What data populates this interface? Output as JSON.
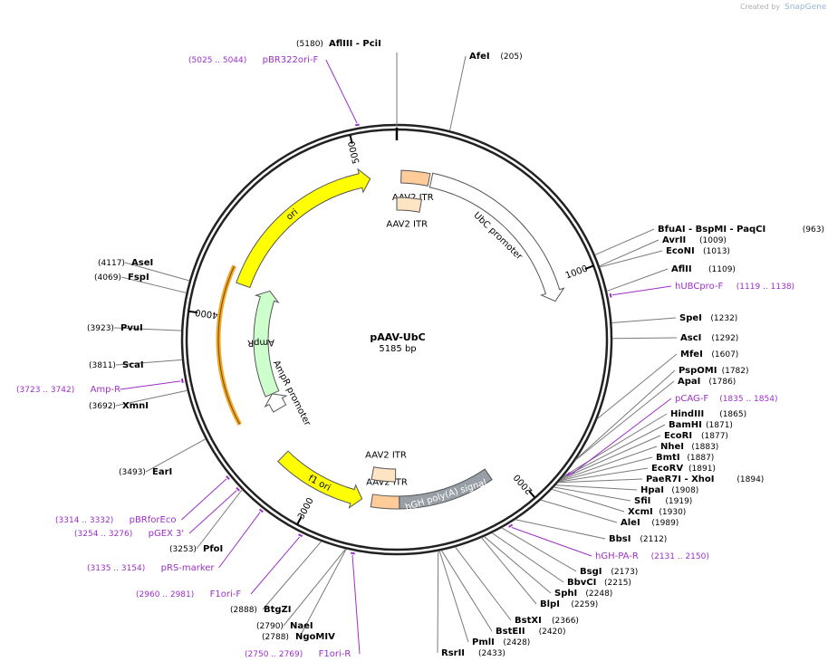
{
  "watermark": {
    "prefix": "Created by",
    "brand": "SnapGene"
  },
  "plasmid": {
    "name": "pAAV-UbC",
    "size_text": "5185 bp",
    "length": 5185
  },
  "ticks": [
    {
      "pos": 1000,
      "label": "1000"
    },
    {
      "pos": 2000,
      "label": "2000"
    },
    {
      "pos": 3000,
      "label": "3000"
    },
    {
      "pos": 4000,
      "label": "4000"
    },
    {
      "pos": 5000,
      "label": "5000"
    }
  ],
  "features": [
    {
      "name": "ori",
      "start": 4170,
      "end": 5050,
      "dir": 1,
      "color": "#ffff00",
      "kind": "arrow",
      "ring": 0
    },
    {
      "name": "AAV2 ITR",
      "start": 22,
      "end": 164,
      "dir": 0,
      "color": "#ffcc99",
      "kind": "box",
      "ring": 0
    },
    {
      "name": "UbC promoter",
      "start": 176,
      "end": 1100,
      "dir": 1,
      "color": "#ffffff",
      "kind": "arrow",
      "ring": 0
    },
    {
      "name": "AAV2 ITR",
      "start": 0,
      "end": 145,
      "dir": 0,
      "color": "#ffe4c4",
      "kind": "box",
      "ring": 1
    },
    {
      "name": "hGH poly(A) signal",
      "start": 2100,
      "end": 2580,
      "dir": 0,
      "color": "#999fa6",
      "kind": "box",
      "ring": 0
    },
    {
      "name": "AAV2 ITR",
      "start": 2580,
      "end": 2720,
      "dir": 0,
      "color": "#ffcc99",
      "kind": "box",
      "ring": 0
    },
    {
      "name": "AAV2 ITR",
      "start": 2600,
      "end": 2740,
      "dir": 0,
      "color": "#ffe4c4",
      "kind": "box",
      "ring": 1
    },
    {
      "name": "f1 ori",
      "start": 2770,
      "end": 3230,
      "dir": -1,
      "color": "#ffff00",
      "kind": "arrow",
      "ring": 0
    },
    {
      "name": "AmpR",
      "start": 3550,
      "end": 4190,
      "dir": 1,
      "color": "#ccffcc",
      "kind": "arrow",
      "ring": 1
    },
    {
      "name": "AmpR promoter",
      "start": 3450,
      "end": 3550,
      "dir": 1,
      "color": "#ffffff",
      "kind": "arrow",
      "ring": 1
    }
  ],
  "orange_arc": {
    "start": 3480,
    "end": 4240
  },
  "sites": [
    {
      "name": "AflIII  - PciI",
      "pos": 5180,
      "pos_text": "(5180)"
    },
    {
      "name": "AfeI",
      "pos": 205,
      "pos_text": "(205)"
    },
    {
      "name": "BfuAI  - BspMI  - PaqCI",
      "pos": 963,
      "pos_text": "(963)"
    },
    {
      "name": "AvrII",
      "pos": 1009,
      "pos_text": "(1009)"
    },
    {
      "name": "EcoNI",
      "pos": 1013,
      "pos_text": "(1013)"
    },
    {
      "name": "AflII",
      "pos": 1109,
      "pos_text": "(1109)"
    },
    {
      "name": "SpeI",
      "pos": 1232,
      "pos_text": "(1232)"
    },
    {
      "name": "AscI",
      "pos": 1292,
      "pos_text": "(1292)"
    },
    {
      "name": "MfeI",
      "pos": 1607,
      "pos_text": "(1607)"
    },
    {
      "name": "PspOMI",
      "pos": 1782,
      "pos_text": "(1782)"
    },
    {
      "name": "ApaI",
      "pos": 1786,
      "pos_text": "(1786)"
    },
    {
      "name": "HindIII",
      "pos": 1865,
      "pos_text": "(1865)"
    },
    {
      "name": "BamHI",
      "pos": 1871,
      "pos_text": "(1871)"
    },
    {
      "name": "EcoRI",
      "pos": 1877,
      "pos_text": "(1877)"
    },
    {
      "name": "NheI",
      "pos": 1883,
      "pos_text": "(1883)"
    },
    {
      "name": "BmtI",
      "pos": 1887,
      "pos_text": "(1887)"
    },
    {
      "name": "EcoRV",
      "pos": 1891,
      "pos_text": "(1891)"
    },
    {
      "name": "PaeR7I  - XhoI",
      "pos": 1894,
      "pos_text": "(1894)"
    },
    {
      "name": "HpaI",
      "pos": 1908,
      "pos_text": "(1908)"
    },
    {
      "name": "SfiI",
      "pos": 1919,
      "pos_text": "(1919)"
    },
    {
      "name": "XcmI",
      "pos": 1930,
      "pos_text": "(1930)"
    },
    {
      "name": "AleI",
      "pos": 1989,
      "pos_text": "(1989)"
    },
    {
      "name": "BbsI",
      "pos": 2112,
      "pos_text": "(2112)"
    },
    {
      "name": "BsgI",
      "pos": 2173,
      "pos_text": "(2173)"
    },
    {
      "name": "BbvCI",
      "pos": 2215,
      "pos_text": "(2215)"
    },
    {
      "name": "SphI",
      "pos": 2248,
      "pos_text": "(2248)"
    },
    {
      "name": "BlpI",
      "pos": 2259,
      "pos_text": "(2259)"
    },
    {
      "name": "BstXI",
      "pos": 2366,
      "pos_text": "(2366)"
    },
    {
      "name": "BstEII",
      "pos": 2420,
      "pos_text": "(2420)"
    },
    {
      "name": "PmlI",
      "pos": 2428,
      "pos_text": "(2428)"
    },
    {
      "name": "RsrII",
      "pos": 2433,
      "pos_text": "(2433)"
    },
    {
      "name": "NgoMIV",
      "pos": 2788,
      "pos_text": "(2788)"
    },
    {
      "name": "NaeI",
      "pos": 2790,
      "pos_text": "(2790)"
    },
    {
      "name": "BtgZI",
      "pos": 2888,
      "pos_text": "(2888)"
    },
    {
      "name": "PfoI",
      "pos": 3253,
      "pos_text": "(3253)"
    },
    {
      "name": "EarI",
      "pos": 3493,
      "pos_text": "(3493)"
    },
    {
      "name": "XmnI",
      "pos": 3692,
      "pos_text": "(3692)"
    },
    {
      "name": "ScaI",
      "pos": 3811,
      "pos_text": "(3811)"
    },
    {
      "name": "PvuI",
      "pos": 3923,
      "pos_text": "(3923)"
    },
    {
      "name": "FspI",
      "pos": 4069,
      "pos_text": "(4069)"
    },
    {
      "name": "AseI",
      "pos": 4117,
      "pos_text": "(4117)"
    }
  ],
  "primers": [
    {
      "name": "pBR322ori-F",
      "pos": 5035,
      "range_text": "(5025 .. 5044)"
    },
    {
      "name": "hUBCpro-F",
      "pos": 1128,
      "range_text": "(1119 .. 1138)"
    },
    {
      "name": "pCAG-F",
      "pos": 1845,
      "range_text": "(1835 .. 1854)"
    },
    {
      "name": "hGH-PA-R",
      "pos": 2140,
      "range_text": "(2131 .. 2150)"
    },
    {
      "name": "F1ori-R",
      "pos": 2760,
      "range_text": "(2750 .. 2769)"
    },
    {
      "name": "F1ori-F",
      "pos": 2970,
      "range_text": "(2960 .. 2981)"
    },
    {
      "name": "pRS-marker",
      "pos": 3145,
      "range_text": "(3135 .. 3154)"
    },
    {
      "name": "pGEX 3'",
      "pos": 3265,
      "range_text": "(3254 .. 3276)"
    },
    {
      "name": "pBRforEco",
      "pos": 3323,
      "range_text": "(3314 .. 3332)"
    },
    {
      "name": "Amp-R",
      "pos": 3732,
      "range_text": "(3723 .. 3742)"
    }
  ]
}
